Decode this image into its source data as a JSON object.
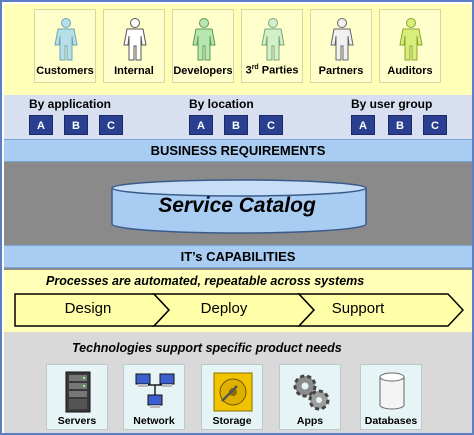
{
  "audiences": [
    {
      "label": "Customers",
      "icon": "customer-person-icon",
      "color": "#b8dfe8"
    },
    {
      "label": "Internal",
      "icon": "internal-person-icon",
      "color": "#ffffff"
    },
    {
      "label": "Developers",
      "icon": "developer-person-icon",
      "color": "#b8e6b0"
    },
    {
      "label_main": "3",
      "label_sup": "rd",
      "label_rest": " Parties",
      "icon": "third-party-person-icon",
      "color": "#d4f0c8"
    },
    {
      "label": "Partners",
      "icon": "partner-person-icon",
      "color": "#f0f0f0"
    },
    {
      "label": "Auditors",
      "icon": "auditor-person-icon",
      "color": "#d8ee7a"
    }
  ],
  "groupings": [
    {
      "title": "By application",
      "tags": [
        "A",
        "B",
        "C"
      ]
    },
    {
      "title": "By location",
      "tags": [
        "A",
        "B",
        "C"
      ]
    },
    {
      "title": "By user group",
      "tags": [
        "A",
        "B",
        "C"
      ]
    }
  ],
  "business_requirements": "BUSINESS REQUIREMENTS",
  "service_catalog": "Service Catalog",
  "it_capabilities": "IT’s CAPABILITIES",
  "process_note": "Processes are automated, repeatable across systems",
  "stages": [
    "Design",
    "Deploy",
    "Support"
  ],
  "tech_note": "Technologies support specific product needs",
  "technologies": [
    {
      "label": "Servers",
      "icon": "server-rack-icon"
    },
    {
      "label": "Network",
      "icon": "network-computers-icon"
    },
    {
      "label": "Storage",
      "icon": "storage-disk-icon"
    },
    {
      "label": "Apps",
      "icon": "gears-icon"
    },
    {
      "label": "Databases",
      "icon": "database-cylinder-icon"
    }
  ],
  "colors": {
    "top_band": "#ffffb8",
    "group_band": "#d7dff0",
    "tag_blue": "#2a3f8f",
    "bar_blue": "#a9cdf2",
    "catalog_fill": "#a9cdf2",
    "grey_band": "#8a8a8a",
    "chevron_fill": "#ffffa8",
    "tech_band": "#d9d9d9"
  }
}
